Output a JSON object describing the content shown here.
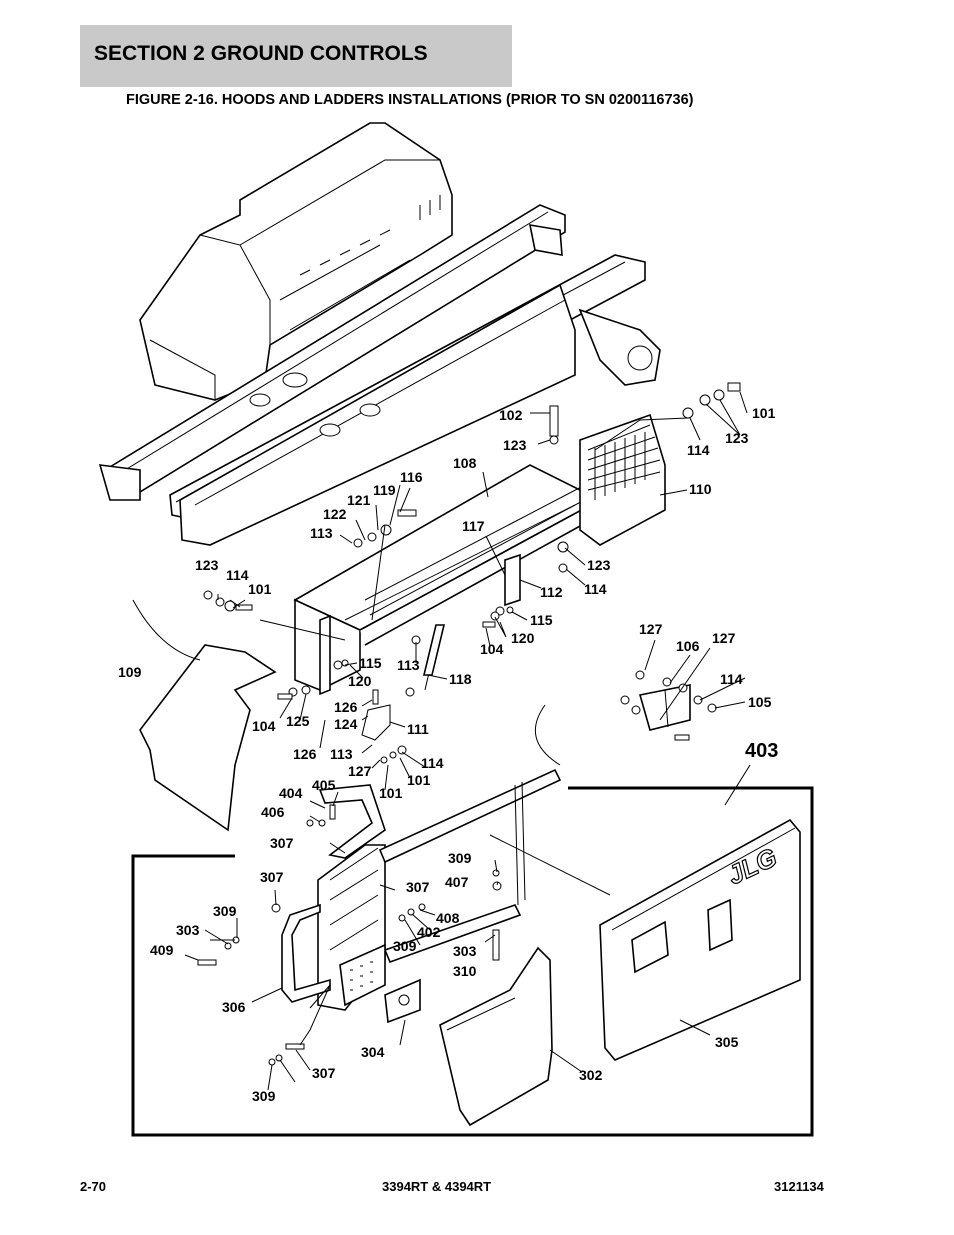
{
  "header": {
    "section_title": "SECTION 2   GROUND CONTROLS",
    "figure_title": "FIGURE 2-16. HOODS AND LADDERS INSTALLATIONS (PRIOR TO SN 0200116736)"
  },
  "footer": {
    "page_number": "2-70",
    "model": "3394RT & 4394RT",
    "manual_number": "3121134"
  },
  "callouts": [
    "101",
    "123",
    "114",
    "102",
    "123",
    "110",
    "108",
    "116",
    "119",
    "121",
    "122",
    "113",
    "117",
    "123",
    "114",
    "112",
    "123",
    "114",
    "101",
    "115",
    "120",
    "104",
    "109",
    "115",
    "113",
    "118",
    "120",
    "104",
    "125",
    "126",
    "124",
    "111",
    "126",
    "113",
    "127",
    "114",
    "101",
    "101",
    "127",
    "106",
    "127",
    "114",
    "105",
    "403",
    "405",
    "404",
    "406",
    "307",
    "309",
    "407",
    "307",
    "307",
    "309",
    "303",
    "409",
    "408",
    "402",
    "309",
    "303",
    "310",
    "306",
    "304",
    "305",
    "302",
    "307",
    "309"
  ],
  "logo_text": "JLG"
}
